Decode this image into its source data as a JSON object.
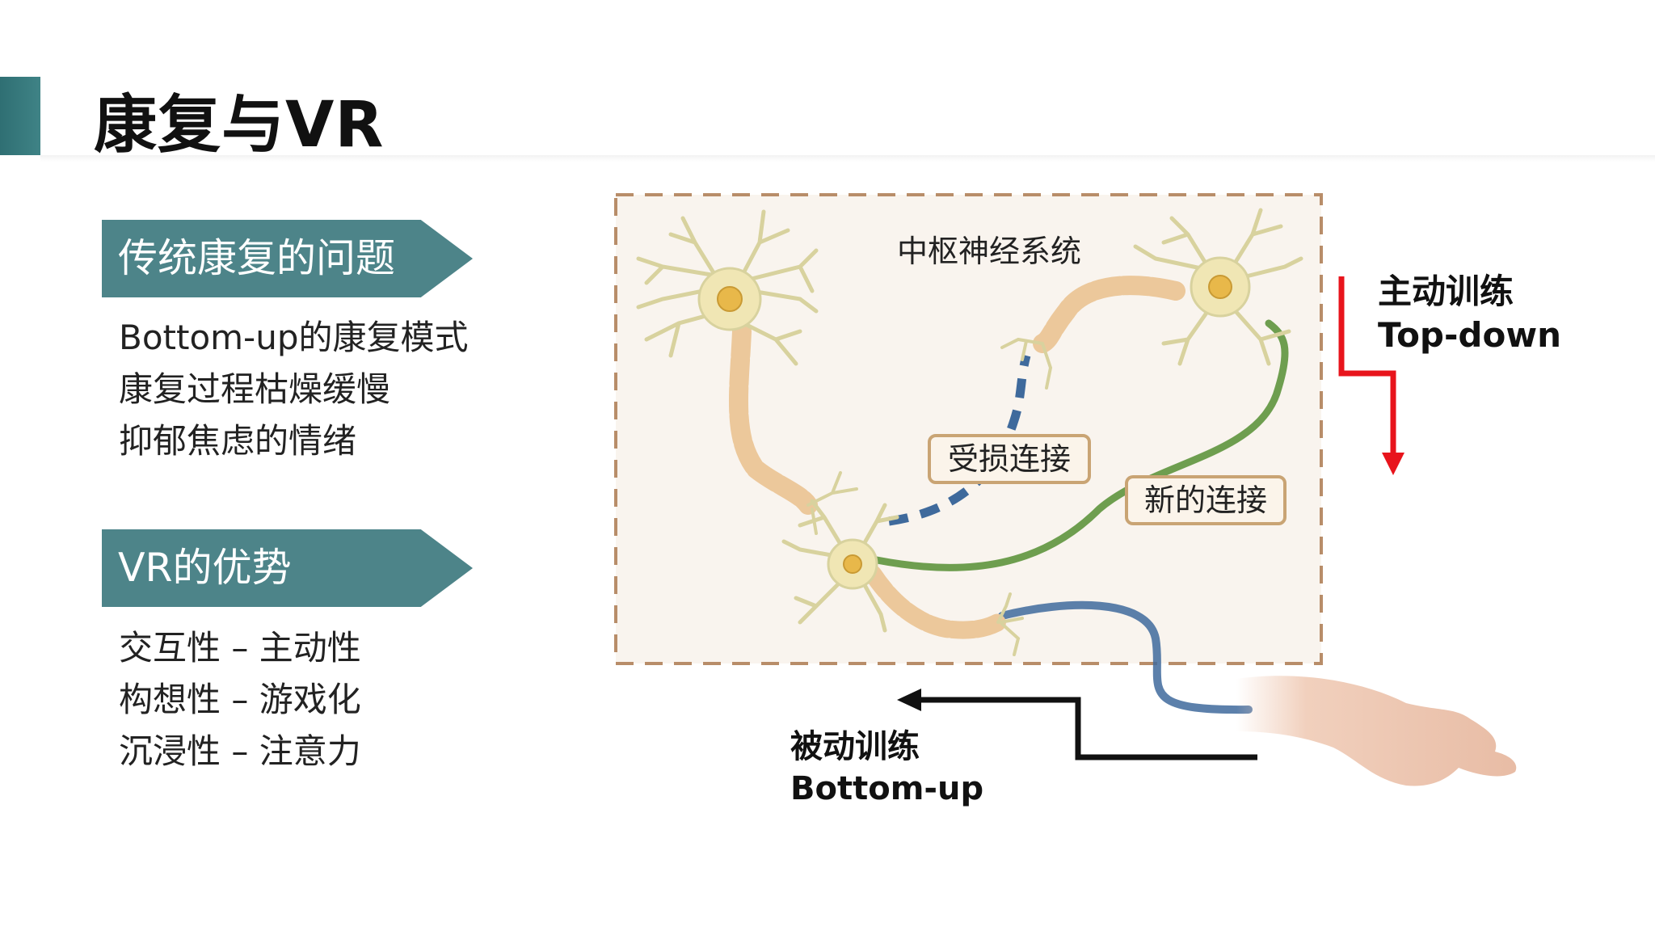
{
  "title": "康复与VR",
  "sections": [
    {
      "heading": "传统康复的问题",
      "items": [
        "Bottom-up的康复模式",
        "康复过程枯燥缓慢",
        "抑郁焦虑的情绪"
      ]
    },
    {
      "heading": "VR的优势",
      "items": [
        "交互性 – 主动性",
        "构想性 – 游戏化",
        "沉浸性 – 注意力"
      ]
    }
  ],
  "diagram": {
    "title": "中枢神经系统",
    "damaged_label": "受损连接",
    "new_label": "新的连接",
    "active": {
      "line1": "主动训练",
      "line2": "Top-down"
    },
    "passive": {
      "line1": "被动训练",
      "line2": "Bottom-up"
    }
  },
  "colors": {
    "accent": "#4d8489",
    "box_border": "#c9a474",
    "active_arrow": "#e8141c",
    "passive_arrow": "#111111",
    "new_connection": "#6e9e4f",
    "damaged_connection": "#3f6a9c"
  }
}
